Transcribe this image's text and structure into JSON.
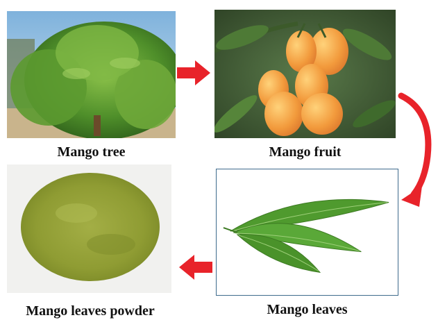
{
  "diagram": {
    "items": [
      {
        "id": "tree",
        "caption": "Mango tree"
      },
      {
        "id": "fruit",
        "caption": "Mango fruit"
      },
      {
        "id": "leaves",
        "caption": "Mango leaves"
      },
      {
        "id": "powder",
        "caption": "Mango leaves powder"
      }
    ],
    "flow": [
      "tree",
      "fruit",
      "leaves",
      "powder"
    ],
    "colors": {
      "arrow": "#e8232a",
      "frame": "#3d6a8c",
      "leaf_green": "#4f9a2e",
      "fruit_orange": "#ef9a3b",
      "powder": "#8f9c33"
    }
  }
}
